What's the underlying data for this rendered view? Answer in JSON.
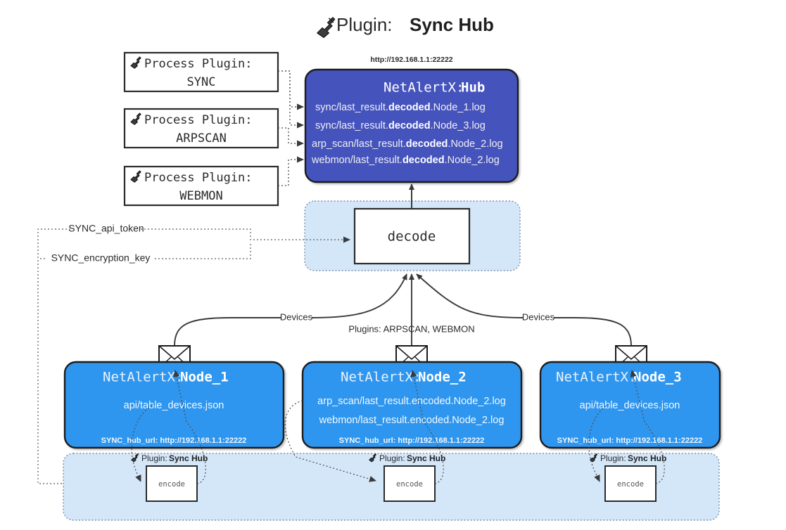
{
  "page": {
    "title_prefix": "Plugin:",
    "title_name": "Sync Hub",
    "title_icon": "electric-plug-icon"
  },
  "colors": {
    "hub_fill": "#4452bd",
    "node_fill": "#2f96ef",
    "container_fill": "#d4e7f9",
    "container_border": "#6b9ed4",
    "box_stroke": "#333333",
    "line": "#3a3a3a",
    "text_dark": "#2b2b2b",
    "text_light": "#ffffff"
  },
  "process_plugins": [
    {
      "icon": "electric-plug-icon",
      "label": "Process Plugin:",
      "name": "SYNC"
    },
    {
      "icon": "electric-plug-icon",
      "label": "Process Plugin:",
      "name": "ARPSCAN"
    },
    {
      "icon": "electric-plug-icon",
      "label": "Process Plugin:",
      "name": "WEBMON"
    }
  ],
  "hub": {
    "url": "http://192.168.1.1:22222",
    "prefix": "NetAlertX:",
    "name": "Hub",
    "logs": [
      {
        "pre": "sync/last_result.",
        "em": "decoded",
        "post": ".Node_1.log"
      },
      {
        "pre": "sync/last_result.",
        "em": "decoded",
        "post": ".Node_3.log"
      },
      {
        "pre": "arp_scan/last_result.",
        "em": "decoded",
        "post": ".Node_2.log"
      },
      {
        "pre": "webmon/last_result.",
        "em": "decoded",
        "post": ".Node_2.log"
      }
    ]
  },
  "decode": {
    "label": "decode"
  },
  "secrets": [
    {
      "label": "SYNC_api_token"
    },
    {
      "label": "SYNC_encryption_key"
    }
  ],
  "edge_labels": {
    "devices_left": "Devices",
    "devices_right": "Devices",
    "plugins_middle": "Plugins: ARPSCAN, WEBMON"
  },
  "nodes": [
    {
      "prefix": "NetAlertX:",
      "name": "Node_1",
      "lines": [
        "api/table_devices.json"
      ],
      "hub_url_label": "SYNC_hub_url: http://192.168.1.1:22222",
      "mail_icon": "envelope-icon"
    },
    {
      "prefix": "NetAlertX:",
      "name": "Node_2",
      "lines": [
        "arp_scan/last_result.encoded.Node_2.log",
        "webmon/last_result.encoded.Node_2.log"
      ],
      "hub_url_label": "SYNC_hub_url: http://192.168.1.1:22222",
      "mail_icon": "envelope-icon"
    },
    {
      "prefix": "NetAlertX:",
      "name": "Node_3",
      "lines": [
        "api/table_devices.json"
      ],
      "hub_url_label": "SYNC_hub_url: http://192.168.1.1:22222",
      "mail_icon": "envelope-icon"
    }
  ],
  "encoders": [
    {
      "icon": "electric-plug-icon",
      "plugin_prefix": "Plugin:",
      "plugin_name": "Sync Hub",
      "label": "encode"
    },
    {
      "icon": "electric-plug-icon",
      "plugin_prefix": "Plugin:",
      "plugin_name": "Sync Hub",
      "label": "encode"
    },
    {
      "icon": "electric-plug-icon",
      "plugin_prefix": "Plugin:",
      "plugin_name": "Sync Hub",
      "label": "encode"
    }
  ]
}
